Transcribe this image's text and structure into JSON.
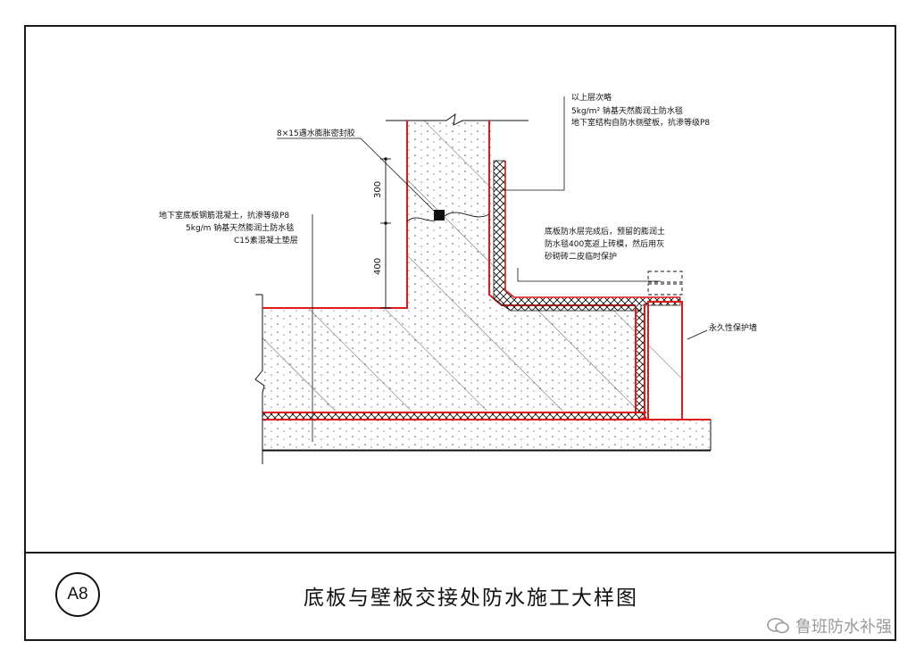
{
  "labels": {
    "top": [
      "以上层次略",
      "5kg/m² 钠基天然膨润土防水毯",
      "地下室结构自防水侧壁板，抗渗等级P8"
    ],
    "sealant": "8×15遇水膨胀密封胶",
    "left": [
      "地下室底板钢筋混凝土，抗渗等级P8",
      "5kg/m 钠基天然膨润土防水毯",
      "C15素混凝土垫层"
    ],
    "right_note": [
      "底板防水层完成后，预留的膨润土",
      "防水毯400宽返上砖模，然后用灰",
      "砂砌砖二皮临时保护"
    ],
    "wall": "永久性保护墙",
    "dims": [
      "300",
      "400"
    ]
  },
  "badge": "A8",
  "title": "底板与壁板交接处防水施工大样图",
  "watermark": "鲁班防水补强",
  "colors": {
    "waterproof_line": "#e01b1b",
    "ink": "#111111",
    "watermark": "#9a9a9a"
  }
}
